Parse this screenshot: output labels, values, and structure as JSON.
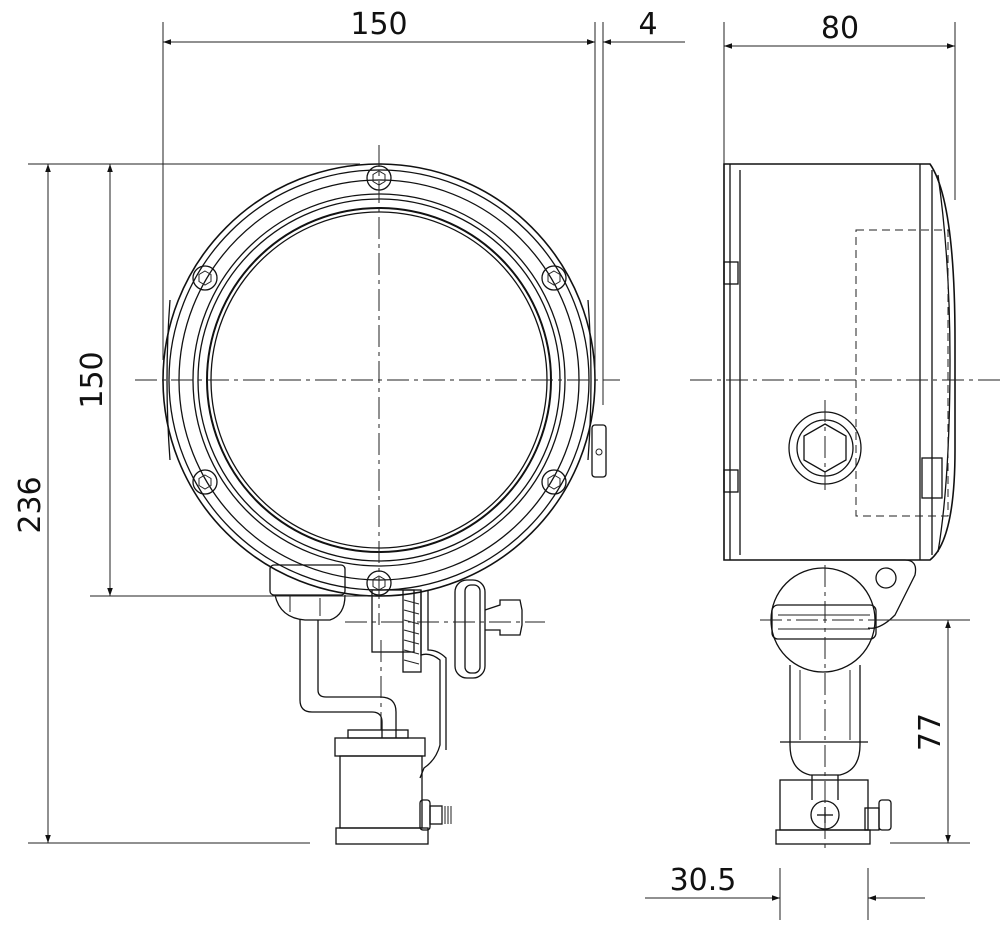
{
  "dimensions": {
    "front_width": "150",
    "front_offset": "4",
    "side_depth": "80",
    "lens_height": "150",
    "total_height": "236",
    "mount_height": "77",
    "mount_width": "30.5"
  }
}
